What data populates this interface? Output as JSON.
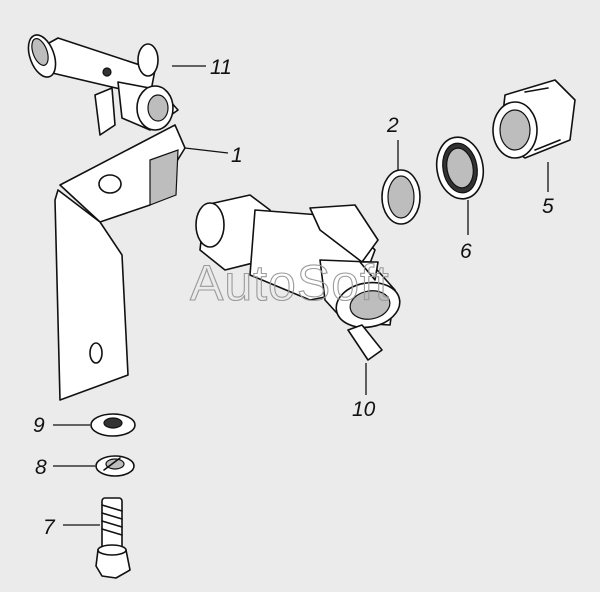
{
  "watermark": "AutoSoft",
  "callouts": [
    {
      "label": "11"
    },
    {
      "label": "1"
    },
    {
      "label": "2"
    },
    {
      "label": "6"
    },
    {
      "label": "5"
    },
    {
      "label": "10"
    },
    {
      "label": "9"
    },
    {
      "label": "8"
    },
    {
      "label": "7"
    }
  ],
  "colors": {
    "background": "#ebebeb",
    "ink": "#111111",
    "watermark": "#9a9a9a"
  }
}
